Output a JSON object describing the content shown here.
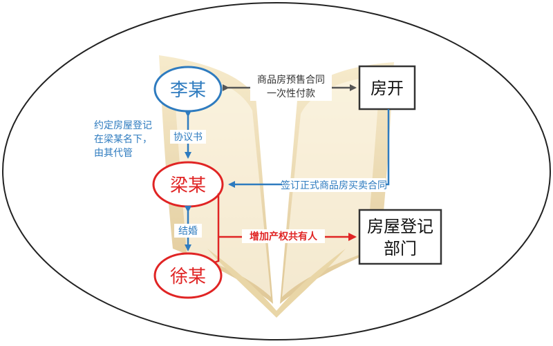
{
  "colors": {
    "blue": "#2e7bbf",
    "red": "#e02424",
    "gray": "#555555",
    "box_border": "#333333",
    "ellipse_border": "#222222",
    "book_light": "#f5e9c8",
    "book_dark": "#d9c08a"
  },
  "nodes": {
    "li": "李某",
    "liang": "梁某",
    "xu": "徐某",
    "fangkai": "房开",
    "registry_line1": "房屋登记",
    "registry_line2": "部门"
  },
  "edges": {
    "presale_line1": "商品房预售合同",
    "presale_line2": "一次性付款",
    "agreement": "协议书",
    "agreement_note_line1": "约定房屋登记",
    "agreement_note_line2": "在梁某名下，",
    "agreement_note_line3": "由其代管",
    "formal_contract": "签订正式商品房买卖合同",
    "marriage": "结婚",
    "add_co_owner": "增加产权共有人"
  }
}
